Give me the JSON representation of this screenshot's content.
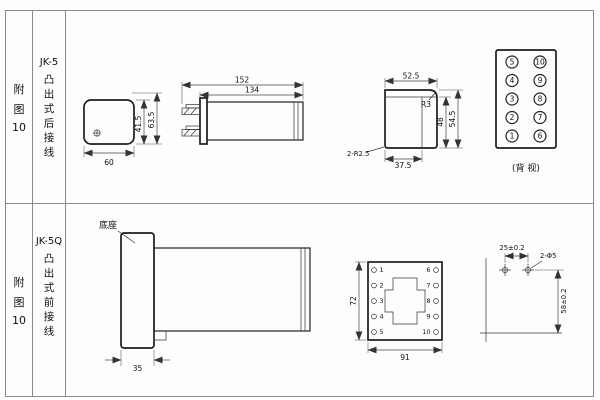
{
  "table": {
    "row1": {
      "fig": {
        "l1": "附",
        "l2": "图",
        "l3": "10"
      },
      "model": "JK-5",
      "wiring": "凸出式后接线"
    },
    "row2": {
      "fig": {
        "l1": "附",
        "l2": "图",
        "l3": "10"
      },
      "model": "JK-5Q",
      "wiring": "凸出式前接线",
      "base_label": "底座"
    }
  },
  "front_view": {
    "width": "60",
    "case_height": "41.5",
    "total_height": "63.5"
  },
  "side_view": {
    "total_length": "152",
    "case_length": "134"
  },
  "rear_profile": {
    "top_width": "52.5",
    "corner_radius": "R3",
    "case_height": "48",
    "total_height": "54.5",
    "holes": "2-R2.5",
    "case_depth": "37.5"
  },
  "terminal_panel": {
    "left": [
      "5",
      "4",
      "3",
      "2",
      "1"
    ],
    "right": [
      "10",
      "9",
      "8",
      "7",
      "6"
    ],
    "caption": "(背 视)"
  },
  "base_view": {
    "flange_width": "35"
  },
  "base_panel": {
    "height": "72",
    "width": "91",
    "left": [
      "1",
      "2",
      "3",
      "4",
      "5"
    ],
    "right": [
      "6",
      "7",
      "8",
      "9",
      "10"
    ]
  },
  "drilling": {
    "horizontal": "25±0.2",
    "holes": "2-Φ5",
    "vertical": "58±0.2"
  }
}
